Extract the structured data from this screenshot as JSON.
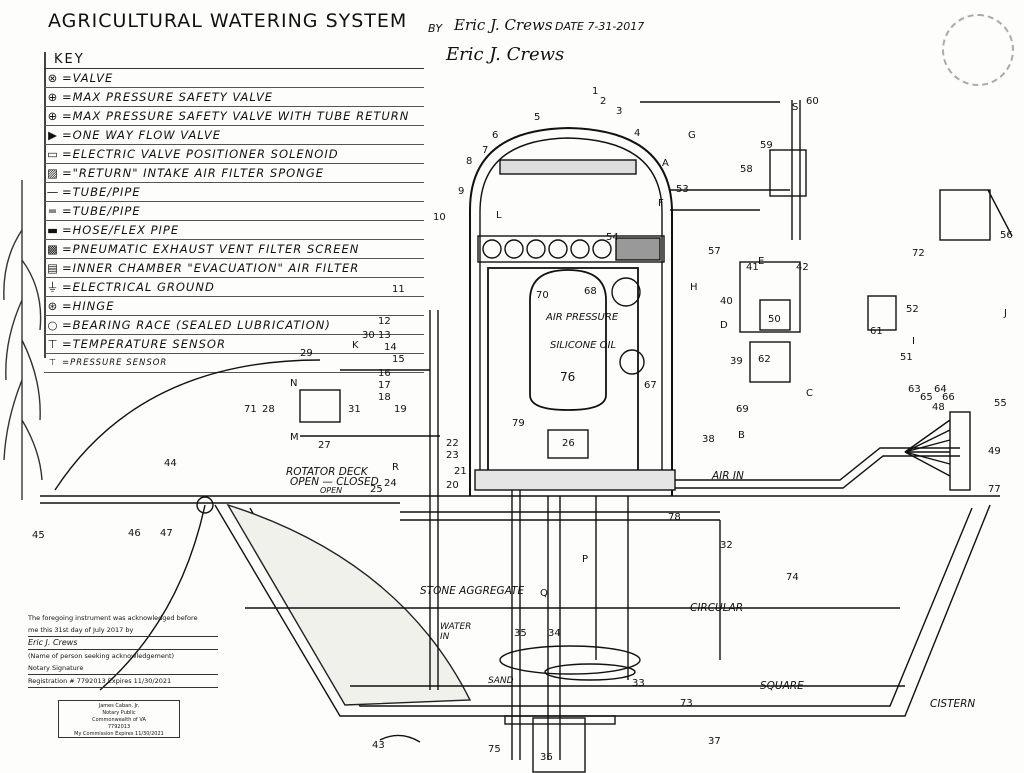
{
  "title": "AGRICULTURAL WATERING SYSTEM",
  "byline": "BY",
  "author_signature": "Eric J. Crews",
  "date_label": "DATE 7-31-2017",
  "key": {
    "heading": "KEY",
    "items": [
      {
        "symbol": "⊗",
        "icon": "valve-icon",
        "label": "=VALVE"
      },
      {
        "symbol": "⊕",
        "icon": "safety-valve-icon",
        "label": "=MAX PRESSURE SAFETY VALVE"
      },
      {
        "symbol": "⊕",
        "icon": "safety-valve-return-icon",
        "label": "=MAX PRESSURE SAFETY VALVE WITH TUBE RETURN"
      },
      {
        "symbol": "▶",
        "icon": "one-way-valve-icon",
        "label": "=ONE WAY FLOW VALVE"
      },
      {
        "symbol": "▭",
        "icon": "solenoid-icon",
        "label": "=ELECTRIC VALVE POSITIONER SOLENOID"
      },
      {
        "symbol": "▨",
        "icon": "filter-sponge-icon",
        "label": "=\"RETURN\" INTAKE AIR FILTER SPONGE"
      },
      {
        "symbol": "—",
        "icon": "tube-icon",
        "label": "=TUBE/PIPE"
      },
      {
        "symbol": "═",
        "icon": "tube-icon",
        "label": "=TUBE/PIPE"
      },
      {
        "symbol": "▬",
        "icon": "hose-icon",
        "label": "=HOSE/FLEX PIPE"
      },
      {
        "symbol": "▩",
        "icon": "exhaust-screen-icon",
        "label": "=PNEUMATIC EXHAUST VENT FILTER SCREEN"
      },
      {
        "symbol": "▤",
        "icon": "evacuation-filter-icon",
        "label": "=INNER CHAMBER \"EVACUATION\" AIR FILTER"
      },
      {
        "symbol": "⏚",
        "icon": "ground-icon",
        "label": "=ELECTRICAL GROUND"
      },
      {
        "symbol": "⊛",
        "icon": "hinge-icon",
        "label": "=HINGE"
      },
      {
        "symbol": "○",
        "icon": "bearing-icon",
        "label": "=BEARING RACE (SEALED LUBRICATION)"
      },
      {
        "symbol": "⊤",
        "icon": "temperature-sensor-icon",
        "label": "=TEMPERATURE SENSOR"
      },
      {
        "symbol": "⊤",
        "icon": "pressure-sensor-icon",
        "label": "=PRESSURE SENSOR"
      }
    ]
  },
  "labels": {
    "air_pressure": "AIR PRESSURE",
    "silicone_oil": "SILICONE OIL",
    "rotator_deck": "ROTATOR DECK",
    "open_closed": "OPEN — CLOSED",
    "open": "OPEN",
    "air_in": "AIR IN",
    "stone_aggregate": "STONE AGGREGATE",
    "circular": "CIRCULAR",
    "water_in": "WATER IN",
    "sand": "SAND",
    "square": "SQUARE",
    "cistern": "CISTERN"
  },
  "callouts": [
    "1",
    "2",
    "3",
    "4",
    "5",
    "6",
    "7",
    "8",
    "9",
    "10",
    "11",
    "12",
    "13",
    "14",
    "15",
    "16",
    "17",
    "18",
    "19",
    "20",
    "21",
    "22",
    "23",
    "24",
    "25",
    "26",
    "27",
    "28",
    "29",
    "30",
    "31",
    "32",
    "33",
    "34",
    "35",
    "36",
    "37",
    "38",
    "39",
    "40",
    "41",
    "42",
    "43",
    "44",
    "45",
    "46",
    "47",
    "48",
    "49",
    "50",
    "51",
    "52",
    "53",
    "54",
    "55",
    "56",
    "57",
    "58",
    "59",
    "60",
    "61",
    "62",
    "63",
    "64",
    "65",
    "66",
    "67",
    "68",
    "69",
    "70",
    "71",
    "72",
    "73",
    "74",
    "75",
    "76",
    "77",
    "78",
    "79"
  ],
  "letters": [
    "A",
    "B",
    "C",
    "D",
    "E",
    "F",
    "G",
    "H",
    "I",
    "J",
    "K",
    "L",
    "M",
    "N",
    "P",
    "Q",
    "R",
    "S"
  ],
  "notary": {
    "line1": "The foregoing instrument was acknowledged before",
    "line2": "me this 31st day of July 2017 by",
    "line3": "Eric J. Crews",
    "line4": "(Name of person seeking acknowledgement)",
    "signature_label": "Notary Signature",
    "registration": "Registration # 7792013   Expires 11/30/2021",
    "stamp": [
      "James Caban, Jr.",
      "Notary Public",
      "Commonwealth of VA",
      "7792013",
      "My Commission Expires 11/30/2021"
    ]
  }
}
